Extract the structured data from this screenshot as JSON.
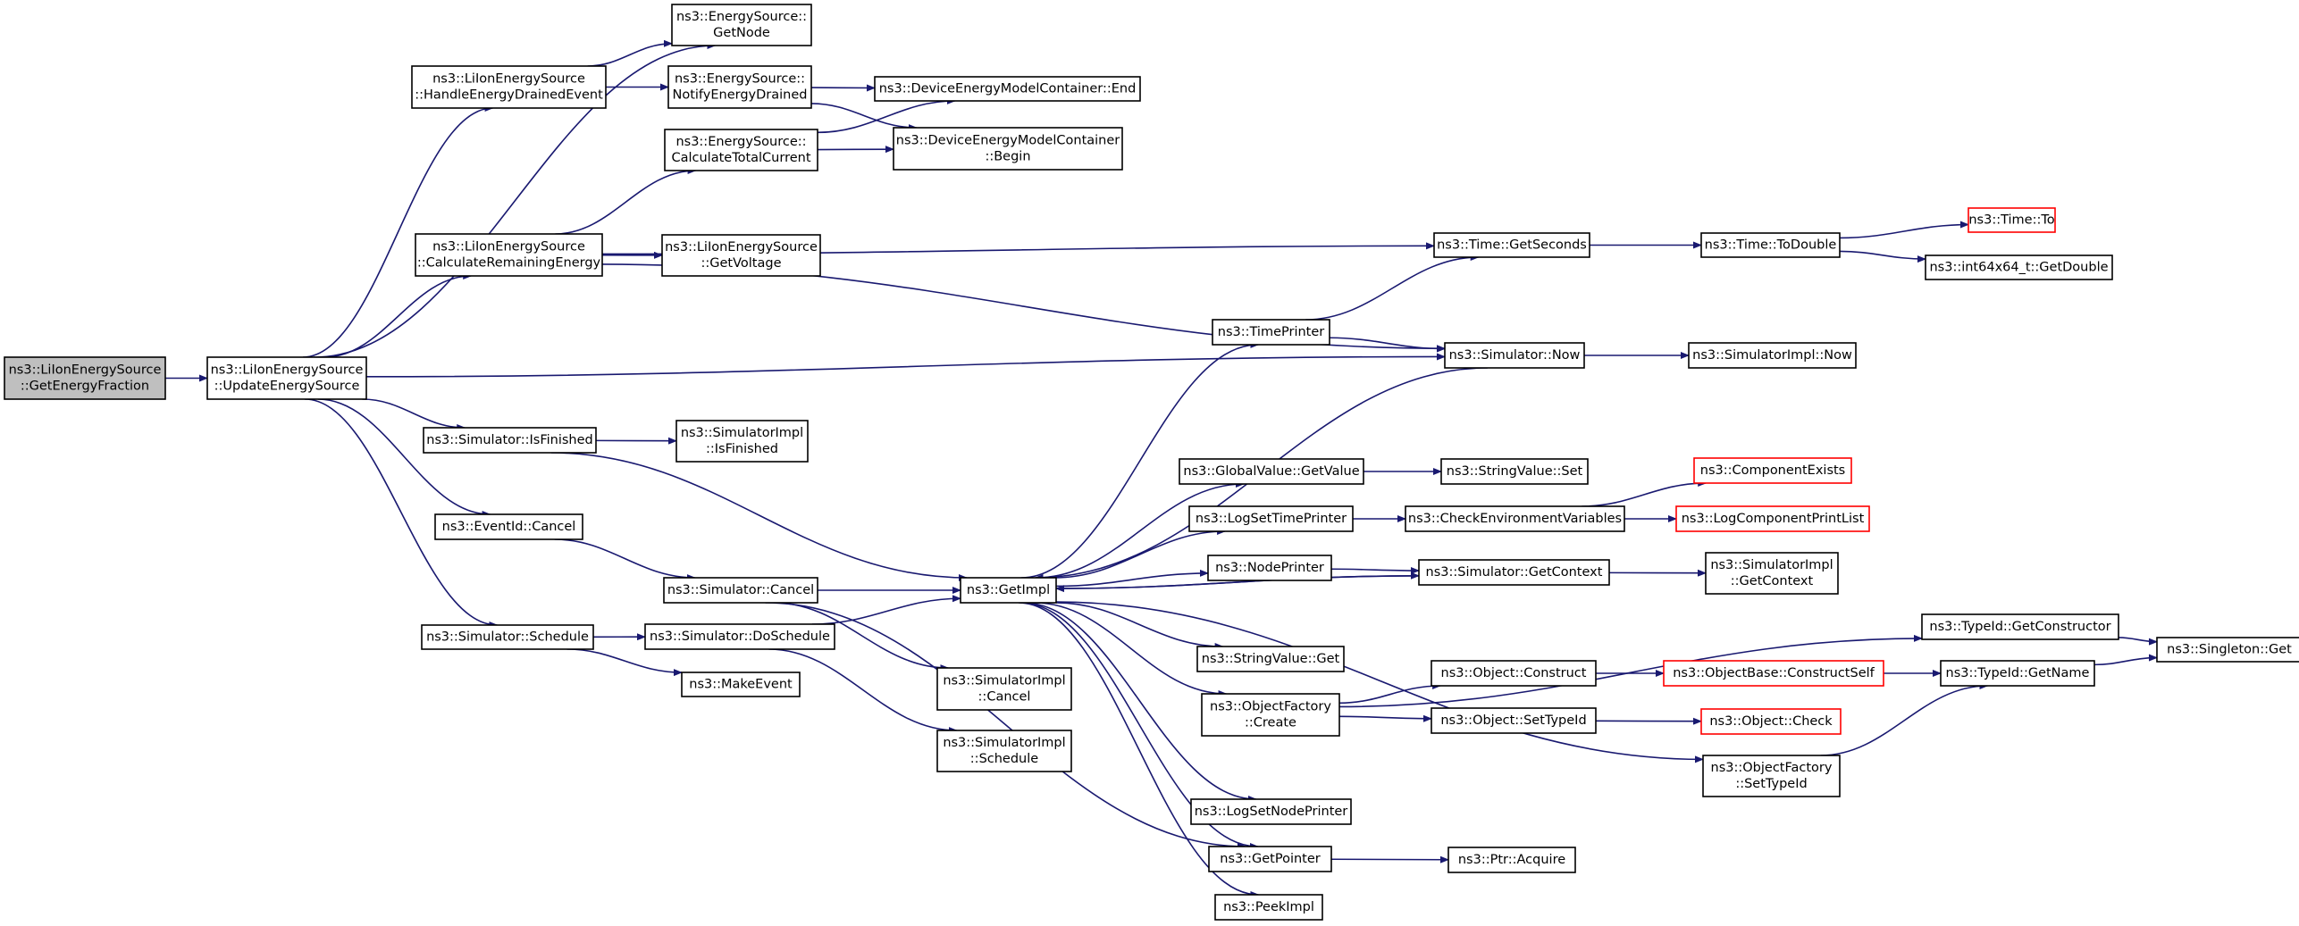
{
  "colors": {
    "edge": "#191970",
    "node_border": "#000000",
    "node_border_truncated": "#ff0000",
    "node_fill": "#ffffff",
    "node_fill_root": "#bfbfbf"
  },
  "nodes": [
    {
      "id": "root",
      "lines": [
        "ns3::LiIonEnergySource",
        "::GetEnergyFraction"
      ],
      "style": "root"
    },
    {
      "id": "upd",
      "lines": [
        "ns3::LiIonEnergySource",
        "::UpdateEnergySource"
      ],
      "style": "normal"
    },
    {
      "id": "getnode",
      "lines": [
        "ns3::EnergySource::",
        "GetNode"
      ],
      "style": "normal"
    },
    {
      "id": "hed",
      "lines": [
        "ns3::LiIonEnergySource",
        "::HandleEnergyDrainedEvent"
      ],
      "style": "normal"
    },
    {
      "id": "ned",
      "lines": [
        "ns3::EnergySource::",
        "NotifyEnergyDrained"
      ],
      "style": "normal"
    },
    {
      "id": "dend",
      "lines": [
        "ns3::DeviceEnergyModelContainer::End"
      ],
      "style": "normal"
    },
    {
      "id": "ctc",
      "lines": [
        "ns3::EnergySource::",
        "CalculateTotalCurrent"
      ],
      "style": "normal"
    },
    {
      "id": "dbegin",
      "lines": [
        "ns3::DeviceEnergyModelContainer",
        "::Begin"
      ],
      "style": "normal"
    },
    {
      "id": "cre",
      "lines": [
        "ns3::LiIonEnergySource",
        "::CalculateRemainingEnergy"
      ],
      "style": "normal"
    },
    {
      "id": "gvolt",
      "lines": [
        "ns3::LiIonEnergySource",
        "::GetVoltage"
      ],
      "style": "normal"
    },
    {
      "id": "gsec",
      "lines": [
        "ns3::Time::GetSeconds"
      ],
      "style": "normal"
    },
    {
      "id": "todbl",
      "lines": [
        "ns3::Time::ToDouble"
      ],
      "style": "normal"
    },
    {
      "id": "timeto",
      "lines": [
        "ns3::Time::To"
      ],
      "style": "truncated"
    },
    {
      "id": "gdbl",
      "lines": [
        "ns3::int64x64_t::GetDouble"
      ],
      "style": "normal"
    },
    {
      "id": "tprint",
      "lines": [
        "ns3::TimePrinter"
      ],
      "style": "normal"
    },
    {
      "id": "snow",
      "lines": [
        "ns3::Simulator::Now"
      ],
      "style": "normal"
    },
    {
      "id": "sinow",
      "lines": [
        "ns3::SimulatorImpl::Now"
      ],
      "style": "normal"
    },
    {
      "id": "isfin",
      "lines": [
        "ns3::Simulator::IsFinished"
      ],
      "style": "normal"
    },
    {
      "id": "siisfin",
      "lines": [
        "ns3::SimulatorImpl",
        "::IsFinished"
      ],
      "style": "normal"
    },
    {
      "id": "gvget",
      "lines": [
        "ns3::GlobalValue::GetValue"
      ],
      "style": "normal"
    },
    {
      "id": "svset",
      "lines": [
        "ns3::StringValue::Set"
      ],
      "style": "normal"
    },
    {
      "id": "compex",
      "lines": [
        "ns3::ComponentExists"
      ],
      "style": "truncated"
    },
    {
      "id": "evcancel",
      "lines": [
        "ns3::EventId::Cancel"
      ],
      "style": "normal"
    },
    {
      "id": "lstp",
      "lines": [
        "ns3::LogSetTimePrinter"
      ],
      "style": "normal"
    },
    {
      "id": "cev",
      "lines": [
        "ns3::CheckEnvironmentVariables"
      ],
      "style": "normal"
    },
    {
      "id": "lcpl",
      "lines": [
        "ns3::LogComponentPrintList"
      ],
      "style": "truncated"
    },
    {
      "id": "nprint",
      "lines": [
        "ns3::NodePrinter"
      ],
      "style": "normal"
    },
    {
      "id": "sgctx",
      "lines": [
        "ns3::Simulator::GetContext"
      ],
      "style": "normal"
    },
    {
      "id": "sigctx",
      "lines": [
        "ns3::SimulatorImpl",
        "::GetContext"
      ],
      "style": "normal"
    },
    {
      "id": "scancel",
      "lines": [
        "ns3::Simulator::Cancel"
      ],
      "style": "normal"
    },
    {
      "id": "getimpl",
      "lines": [
        "ns3::GetImpl"
      ],
      "style": "normal"
    },
    {
      "id": "tigc",
      "lines": [
        "ns3::TypeId::GetConstructor"
      ],
      "style": "normal"
    },
    {
      "id": "singget",
      "lines": [
        "ns3::Singleton::Get"
      ],
      "style": "normal"
    },
    {
      "id": "ssched",
      "lines": [
        "ns3::Simulator::Schedule"
      ],
      "style": "normal"
    },
    {
      "id": "sdosched",
      "lines": [
        "ns3::Simulator::DoSchedule"
      ],
      "style": "normal"
    },
    {
      "id": "svget",
      "lines": [
        "ns3::StringValue::Get"
      ],
      "style": "normal"
    },
    {
      "id": "oconst",
      "lines": [
        "ns3::Object::Construct"
      ],
      "style": "normal"
    },
    {
      "id": "obcs",
      "lines": [
        "ns3::ObjectBase::ConstructSelf"
      ],
      "style": "truncated"
    },
    {
      "id": "tigname",
      "lines": [
        "ns3::TypeId::GetName"
      ],
      "style": "normal"
    },
    {
      "id": "mkevent",
      "lines": [
        "ns3::MakeEvent"
      ],
      "style": "normal"
    },
    {
      "id": "sicancel",
      "lines": [
        "ns3::SimulatorImpl",
        "::Cancel"
      ],
      "style": "normal"
    },
    {
      "id": "ofcreate",
      "lines": [
        "ns3::ObjectFactory",
        "::Create"
      ],
      "style": "normal"
    },
    {
      "id": "osettid",
      "lines": [
        "ns3::Object::SetTypeId"
      ],
      "style": "normal"
    },
    {
      "id": "ocheck",
      "lines": [
        "ns3::Object::Check"
      ],
      "style": "truncated"
    },
    {
      "id": "sisched",
      "lines": [
        "ns3::SimulatorImpl",
        "::Schedule"
      ],
      "style": "normal"
    },
    {
      "id": "ofsettid",
      "lines": [
        "ns3::ObjectFactory",
        "::SetTypeId"
      ],
      "style": "normal"
    },
    {
      "id": "lsnp",
      "lines": [
        "ns3::LogSetNodePrinter"
      ],
      "style": "normal"
    },
    {
      "id": "getptr",
      "lines": [
        "ns3::GetPointer"
      ],
      "style": "normal"
    },
    {
      "id": "ptracq",
      "lines": [
        "ns3::Ptr::Acquire"
      ],
      "style": "normal"
    },
    {
      "id": "peek",
      "lines": [
        "ns3::PeekImpl"
      ],
      "style": "normal"
    }
  ],
  "edges": [
    [
      "root",
      "upd"
    ],
    [
      "upd",
      "getnode"
    ],
    [
      "upd",
      "hed"
    ],
    [
      "upd",
      "cre"
    ],
    [
      "upd",
      "snow"
    ],
    [
      "upd",
      "isfin"
    ],
    [
      "upd",
      "evcancel"
    ],
    [
      "upd",
      "ssched"
    ],
    [
      "hed",
      "getnode"
    ],
    [
      "hed",
      "ned"
    ],
    [
      "ned",
      "dend"
    ],
    [
      "ned",
      "dbegin"
    ],
    [
      "ctc",
      "dend"
    ],
    [
      "ctc",
      "dbegin"
    ],
    [
      "cre",
      "ctc"
    ],
    [
      "cre",
      "gvolt"
    ],
    [
      "cre",
      "gsec"
    ],
    [
      "cre",
      "snow"
    ],
    [
      "gsec",
      "todbl"
    ],
    [
      "todbl",
      "timeto"
    ],
    [
      "todbl",
      "gdbl"
    ],
    [
      "tprint",
      "gsec"
    ],
    [
      "tprint",
      "snow"
    ],
    [
      "snow",
      "sinow"
    ],
    [
      "snow",
      "getimpl"
    ],
    [
      "isfin",
      "siisfin"
    ],
    [
      "isfin",
      "getimpl"
    ],
    [
      "evcancel",
      "scancel"
    ],
    [
      "scancel",
      "getimpl"
    ],
    [
      "scancel",
      "sicancel"
    ],
    [
      "scancel",
      "getptr"
    ],
    [
      "ssched",
      "sdosched"
    ],
    [
      "ssched",
      "mkevent"
    ],
    [
      "sdosched",
      "getimpl"
    ],
    [
      "sdosched",
      "sisched"
    ],
    [
      "getimpl",
      "tprint"
    ],
    [
      "getimpl",
      "gvget"
    ],
    [
      "getimpl",
      "lstp"
    ],
    [
      "getimpl",
      "nprint"
    ],
    [
      "getimpl",
      "sgctx"
    ],
    [
      "getimpl",
      "svget"
    ],
    [
      "getimpl",
      "ofcreate"
    ],
    [
      "getimpl",
      "ofsettid"
    ],
    [
      "getimpl",
      "lsnp"
    ],
    [
      "getimpl",
      "getptr"
    ],
    [
      "getimpl",
      "peek"
    ],
    [
      "gvget",
      "svset"
    ],
    [
      "lstp",
      "cev"
    ],
    [
      "cev",
      "compex"
    ],
    [
      "cev",
      "lcpl"
    ],
    [
      "nprint",
      "sgctx"
    ],
    [
      "sgctx",
      "sigctx"
    ],
    [
      "sgctx",
      "getimpl"
    ],
    [
      "ofcreate",
      "tigc"
    ],
    [
      "ofcreate",
      "oconst"
    ],
    [
      "ofcreate",
      "osettid"
    ],
    [
      "tigc",
      "singget"
    ],
    [
      "oconst",
      "obcs"
    ],
    [
      "obcs",
      "tigname"
    ],
    [
      "tigname",
      "singget"
    ],
    [
      "osettid",
      "ocheck"
    ],
    [
      "ofsettid",
      "tigname"
    ],
    [
      "getptr",
      "ptracq"
    ]
  ]
}
